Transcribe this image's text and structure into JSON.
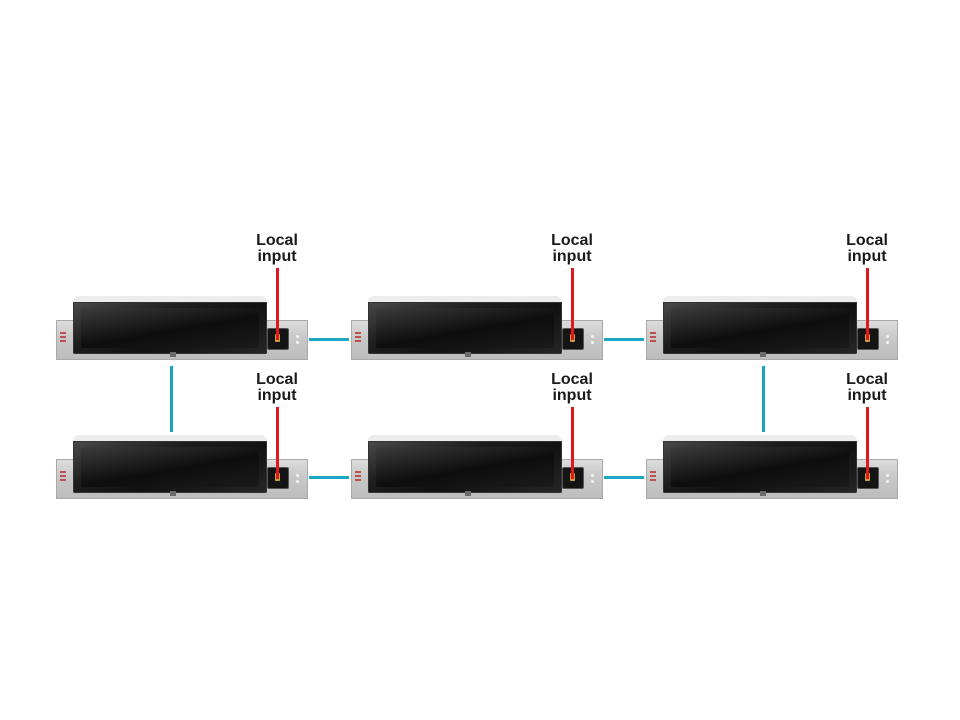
{
  "diagram": {
    "labels": [
      {
        "line1": "Local",
        "line2": "input"
      },
      {
        "line1": "Local",
        "line2": "input"
      },
      {
        "line1": "Local",
        "line2": "input"
      },
      {
        "line1": "Local",
        "line2": "input"
      },
      {
        "line1": "Local",
        "line2": "input"
      },
      {
        "line1": "Local",
        "line2": "input"
      }
    ],
    "colors": {
      "local_input_cable": "#e3161b",
      "network_link": "#1aa7c4"
    },
    "devices_count_shown": 6
  }
}
